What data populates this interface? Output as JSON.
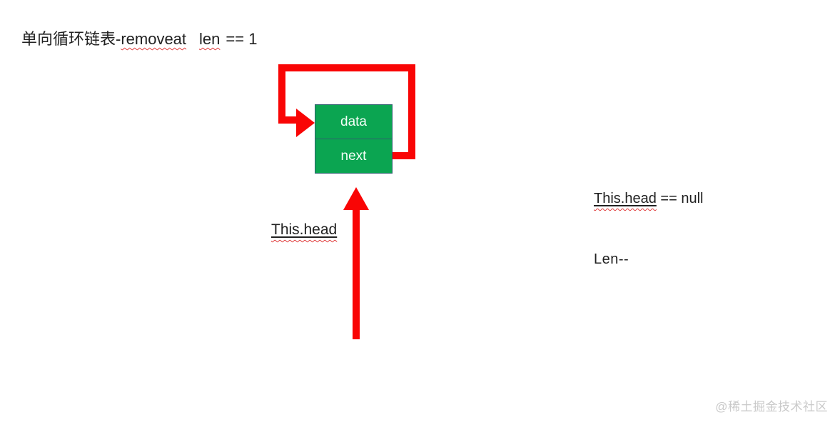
{
  "title": {
    "prefix": "单向循环链表-",
    "method_word": "removeat",
    "len_word": "len",
    "len_rest": "== 1"
  },
  "node": {
    "cells": [
      "data",
      "next"
    ]
  },
  "labels": {
    "head_pointer": "This.head"
  },
  "notes": {
    "head_word": "This.head",
    "head_rest": " == null",
    "len_decrement": "Len--"
  },
  "watermark": "@稀土掘金技术社区",
  "colors": {
    "arrow_red": "#f90505",
    "squiggle_red": "#e03c3c",
    "node_green": "#0ba551",
    "node_border": "#2e5f6e",
    "text": "#212121",
    "watermark_gray": "#c9c9c9"
  }
}
